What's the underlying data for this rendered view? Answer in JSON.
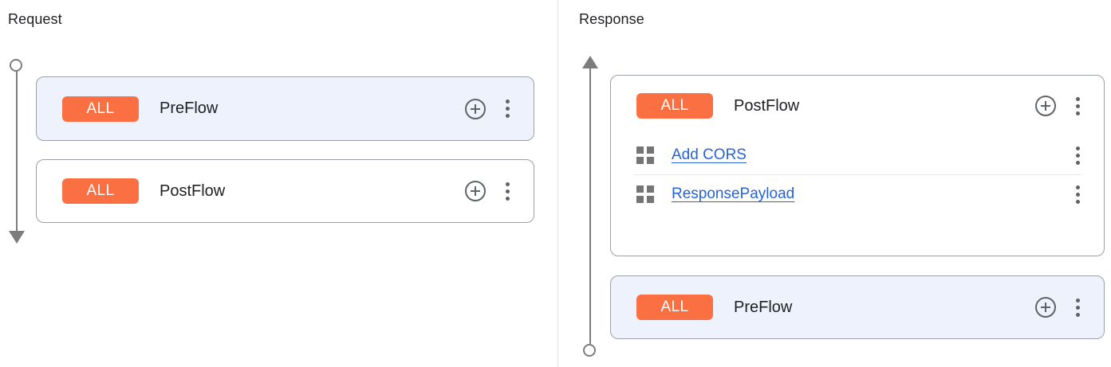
{
  "panels": {
    "request": {
      "title": "Request",
      "rail": {
        "start_marker": "circle",
        "end_marker": "arrow-down"
      },
      "cards": [
        {
          "name": "PreFlow",
          "badge": "ALL",
          "selected": true,
          "actions": [
            "add-icon",
            "more-vert-icon"
          ],
          "policies": []
        },
        {
          "name": "PostFlow",
          "badge": "ALL",
          "selected": false,
          "actions": [
            "add-icon",
            "more-vert-icon"
          ],
          "policies": []
        }
      ]
    },
    "response": {
      "title": "Response",
      "rail": {
        "start_marker": "arrow-up",
        "end_marker": "circle"
      },
      "cards": [
        {
          "name": "PostFlow",
          "badge": "ALL",
          "selected": false,
          "actions": [
            "add-icon",
            "more-vert-icon"
          ],
          "policies": [
            {
              "label": "Add CORS",
              "icon": "policy-grid-icon",
              "action": "more-vert-icon"
            },
            {
              "label": "ResponsePayload",
              "icon": "policy-grid-icon",
              "action": "more-vert-icon"
            }
          ]
        },
        {
          "name": "PreFlow",
          "badge": "ALL",
          "selected": true,
          "actions": [
            "add-icon",
            "more-vert-icon"
          ],
          "policies": []
        }
      ]
    }
  },
  "colors": {
    "badge_bg": "#fb7043",
    "badge_text": "#ffffff",
    "selected_card_bg": "#edf2fc",
    "card_border": "#9aa0a6",
    "link": "#2563d9",
    "icon": "#5f6368",
    "rail": "#7c7c7c",
    "divider": "#e3e3e3"
  }
}
